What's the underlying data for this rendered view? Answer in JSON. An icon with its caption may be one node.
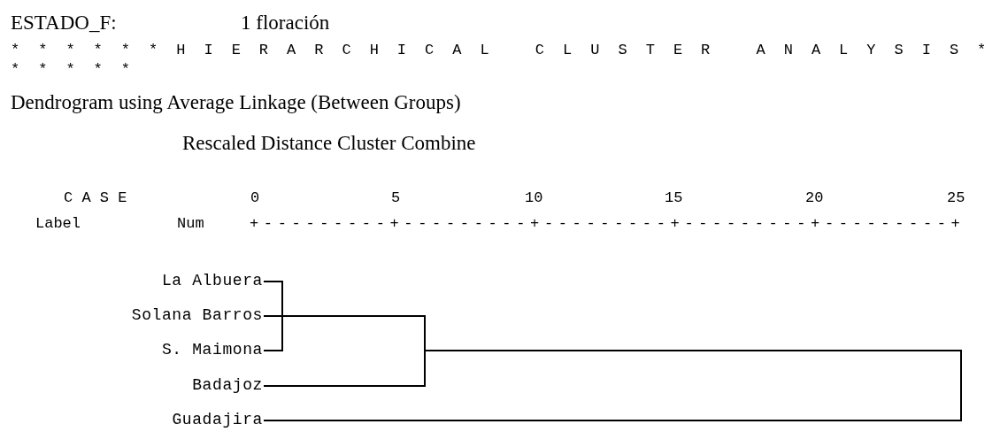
{
  "diagram": {
    "nodes": [
      {
        "text": [
          "La Albuera"
        ]
      },
      {
        "text": [
          "Solana Barros"
        ]
      },
      {
        "text": [
          "S. Maimona"
        ]
      },
      {
        "text": [
          "Badajoz"
        ]
      },
      {
        "text": [
          "Guadajira"
        ]
      },
      {
        "text": [],
        "shape": "bar"
      },
      {
        "text": [],
        "shape": "bar"
      },
      {
        "text": [],
        "shape": "bar"
      }
    ],
    "edges": [
      {
        "from": 0,
        "to": 5,
        "arrow": "none"
      },
      {
        "from": 1,
        "to": 5,
        "arrow": "none"
      },
      {
        "from": 2,
        "to": 5,
        "arrow": "none"
      },
      {
        "from": 5,
        "to": 6,
        "arrow": "none"
      },
      {
        "from": 3,
        "to": 6,
        "arrow": "none"
      },
      {
        "from": 6,
        "to": 7,
        "arrow": "none"
      },
      {
        "from": 4,
        "to": 7,
        "arrow": "none"
      }
    ],
    "labels": [
      "ESTADO_F:",
      "1 floración",
      "* * * * * * H I E R A R C H I C A L   C L U S T E R   A N A L Y S I S * * * * * *",
      "Dendrogram using Average Linkage (Between Groups)",
      "Rescaled Distance Cluster Combine",
      "C A S E",
      "0",
      "5",
      "10",
      "15",
      "20",
      "25",
      "Label",
      "Num",
      "+---------+---------+---------+---------+---------+"
    ]
  }
}
